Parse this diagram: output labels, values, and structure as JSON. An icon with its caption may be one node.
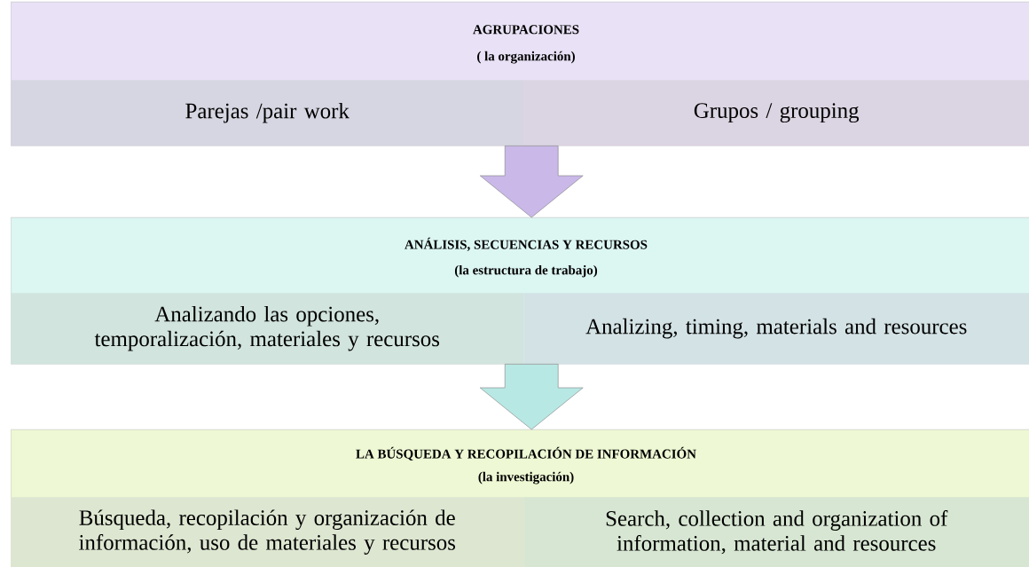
{
  "diagram": {
    "nodes": [
      {
        "text": [
          "AGRUPACIONES",
          "( la organización)"
        ]
      },
      {
        "text": [
          "Parejas /pair work"
        ],
        "in": 0
      },
      {
        "text": [
          "Grupos / grouping"
        ],
        "in": 0
      },
      {
        "text": [
          "ANÁLISIS, SECUENCIAS Y RECURSOS",
          "(la estructura de trabajo)"
        ]
      },
      {
        "text": [
          "Analizando las opciones, temporalización, materiales y recursos"
        ],
        "in": 3
      },
      {
        "text": [
          "Analizing, timing, materials and resources"
        ],
        "in": 3
      },
      {
        "text": [
          "LA BÚSQUEDA Y RECOPILACIÓN DE INFORMACIÓN",
          "(la investigación)"
        ]
      },
      {
        "text": [
          "Búsqueda, recopilación y organización de información, uso de materiales y recursos"
        ],
        "in": 6
      },
      {
        "text": [
          "Search, collection and organization of information, material and resources"
        ],
        "in": 6
      }
    ],
    "edges": [
      {
        "from": 0,
        "to": 3,
        "arrow": "to",
        "color": "#c9b8e8"
      },
      {
        "from": 3,
        "to": 6,
        "arrow": "to",
        "color": "#b8e8e4"
      }
    ]
  }
}
